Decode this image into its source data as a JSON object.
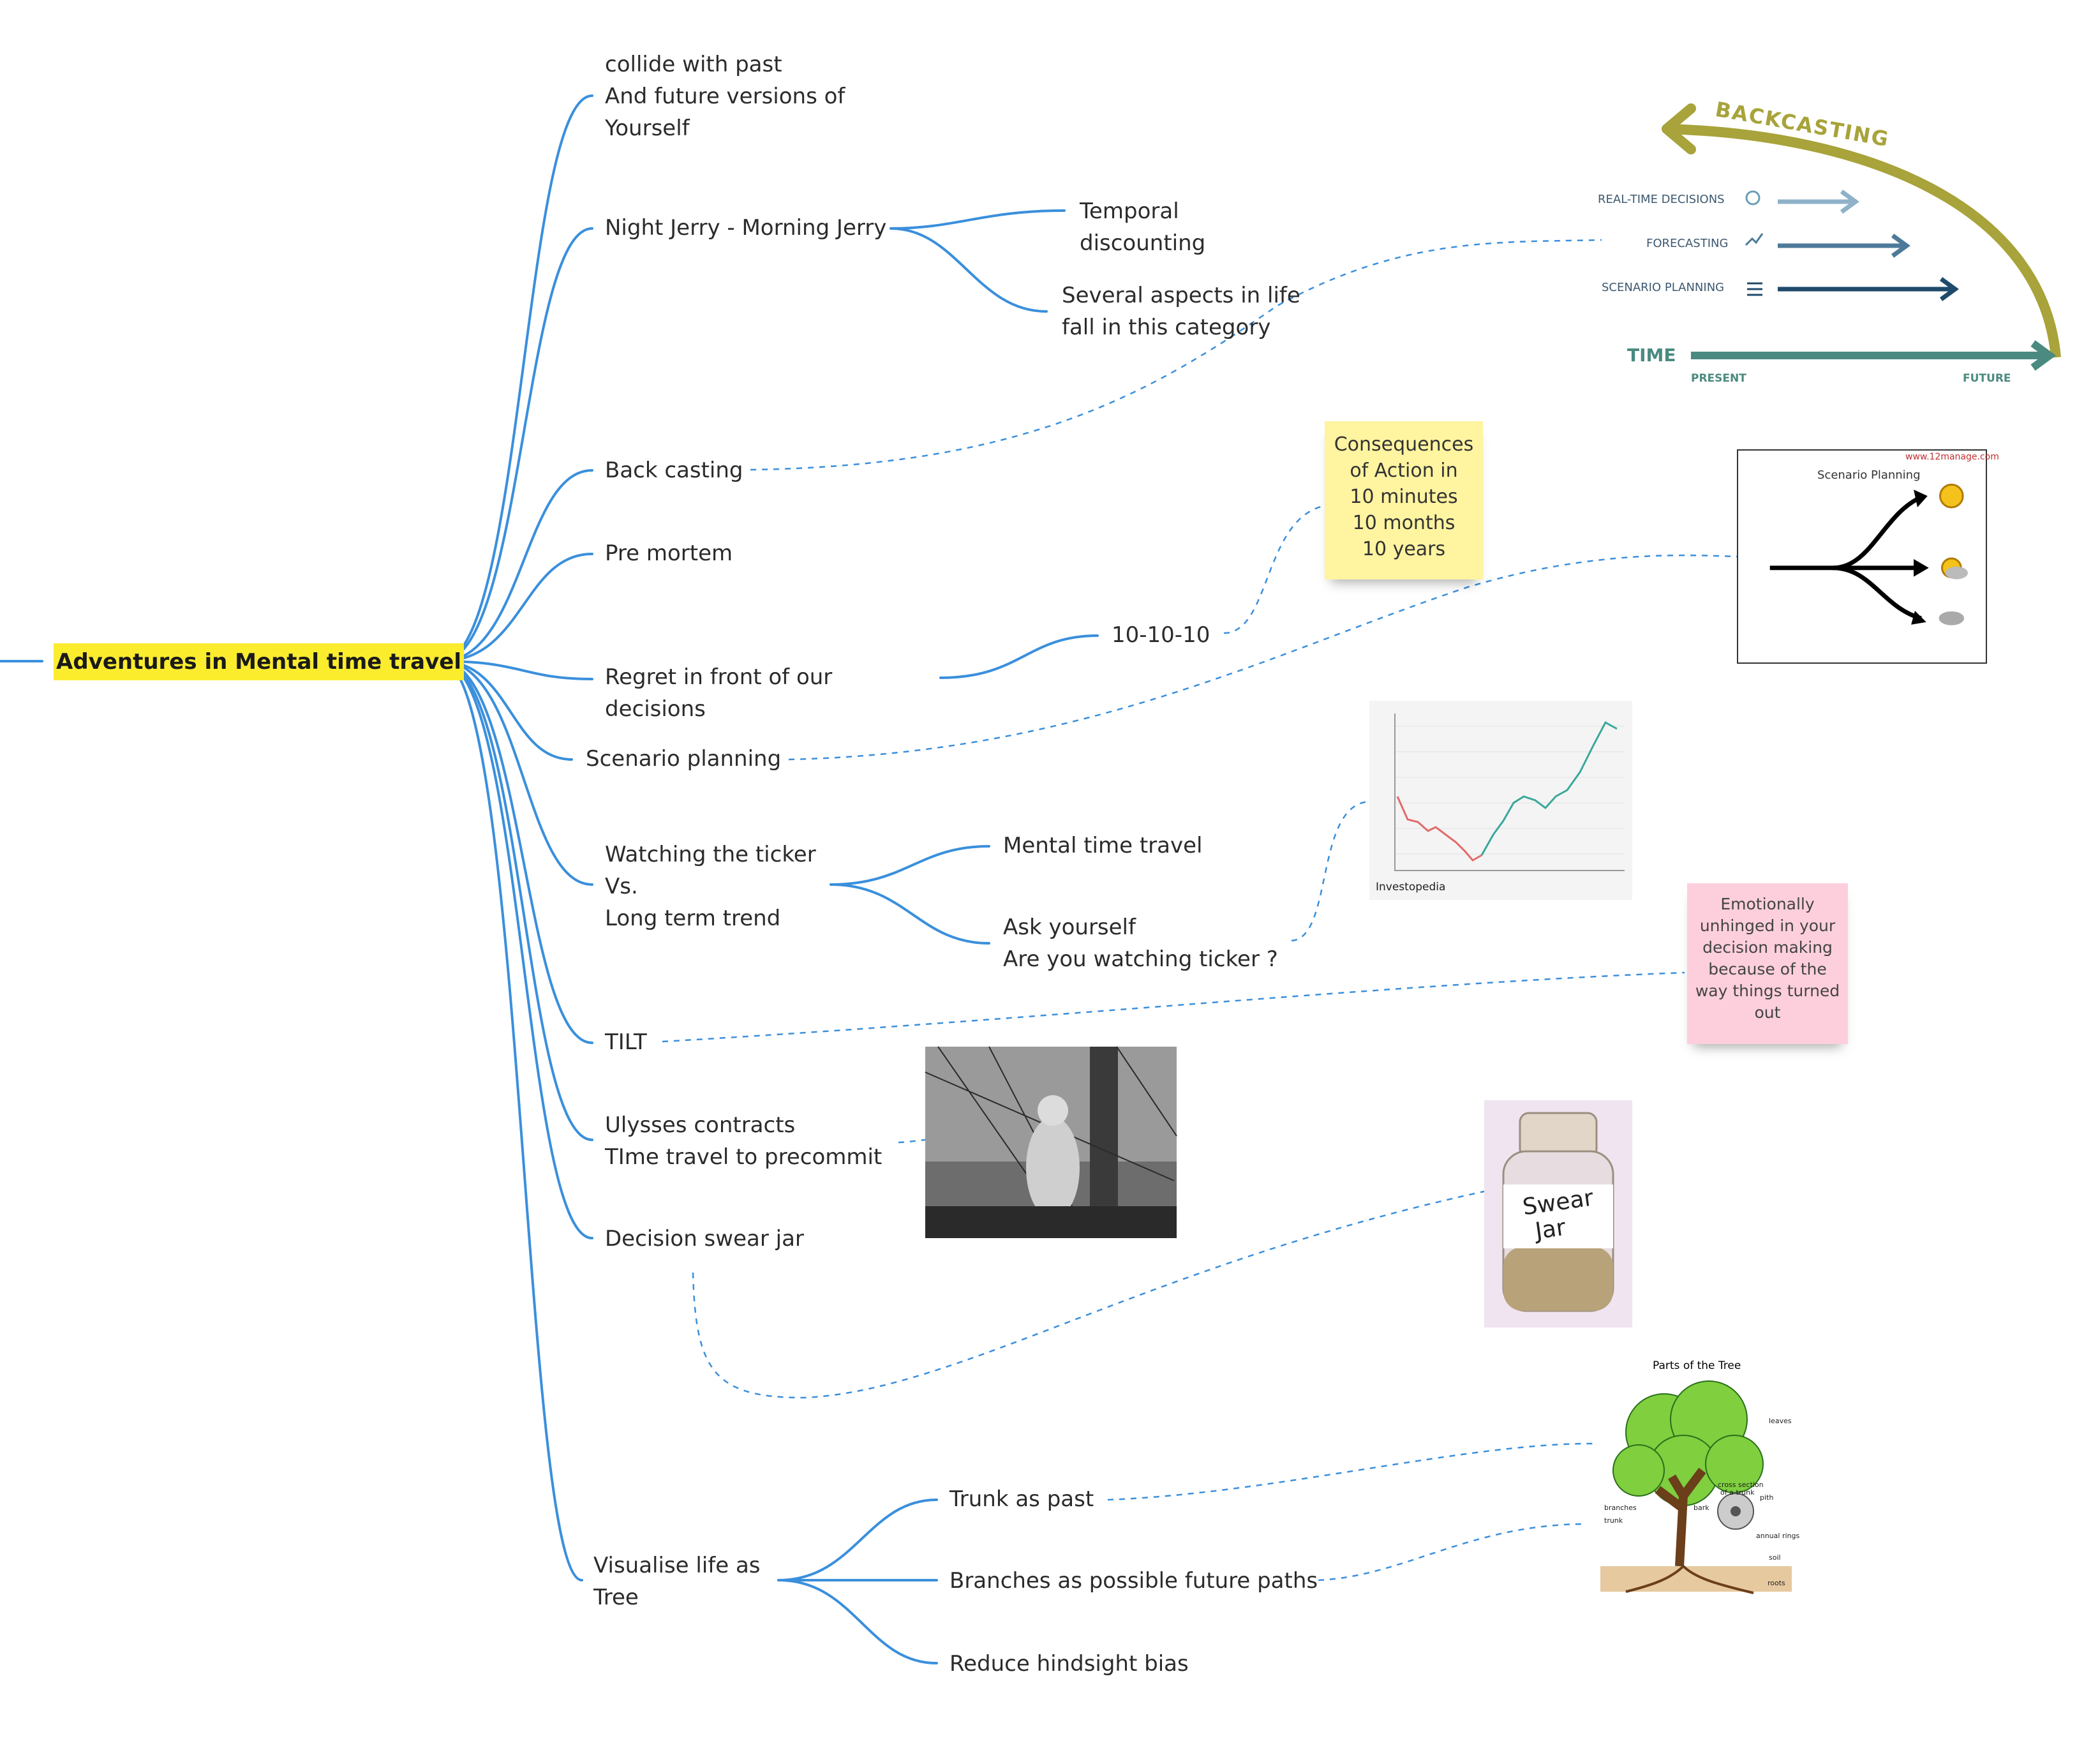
{
  "root": {
    "label": "Adventures in Mental time travel"
  },
  "branches": {
    "b1": [
      "collide with past",
      "And future versions of",
      "Yourself"
    ],
    "b2": "Night Jerry - Morning Jerry",
    "b2_child1": [
      "Temporal",
      "discounting"
    ],
    "b2_child2": [
      "Several aspects in life",
      "fall in this category"
    ],
    "b3": "Back casting",
    "b4": "Pre mortem",
    "b5": [
      "Regret in front of our",
      "decisions"
    ],
    "b5_child": "10-10-10",
    "b6": "Scenario planning",
    "b7": [
      "Watching the ticker",
      "Vs.",
      "Long term trend"
    ],
    "b7_child1": "Mental time travel",
    "b7_child2": [
      "Ask yourself",
      "Are you watching ticker ?"
    ],
    "b8": "TILT",
    "b9": [
      "Ulysses contracts",
      "TIme travel to precommit"
    ],
    "b10": "Decision swear jar",
    "b11": [
      "Visualise life as",
      "Tree"
    ],
    "b11_child1": "Trunk as past",
    "b11_child2": "Branches as possible future paths",
    "b11_child3": "Reduce hindsight bias"
  },
  "stickies": {
    "consequences": [
      "Consequences",
      "of Action in",
      "10 minutes",
      "10 months",
      "10 years"
    ],
    "emotional": [
      "Emotionally",
      "unhinged in your",
      "decision making",
      "because of the",
      "way things turned",
      "out"
    ]
  },
  "backcasting_image": {
    "title": "BACKCASTING",
    "rows": [
      "REAL-TIME DECISIONS",
      "FORECASTING",
      "SCENARIO PLANNING"
    ],
    "axis_label": "TIME",
    "present": "PRESENT",
    "future": "FUTURE"
  },
  "scenario_image": {
    "url_text": "www.12manage.com",
    "title": "Scenario Planning"
  },
  "ticker_image": {
    "brand": "Investopedia"
  },
  "swear_jar_image": {
    "label": [
      "Swear",
      "Jar"
    ]
  },
  "tree_image": {
    "title": "Parts of the Tree",
    "labels": {
      "leaves": "leaves",
      "cross": "cross section",
      "cross2": "of a trunk",
      "pith": "pith",
      "branches": "branches",
      "bark": "bark",
      "trunk": "trunk",
      "rings": "annual rings",
      "soil": "soil",
      "roots": "roots"
    }
  },
  "colors": {
    "branch": "#3a8fdc",
    "highlight": "#fbec2e",
    "backcast": "#a8a33a",
    "time": "#4a8a80"
  }
}
